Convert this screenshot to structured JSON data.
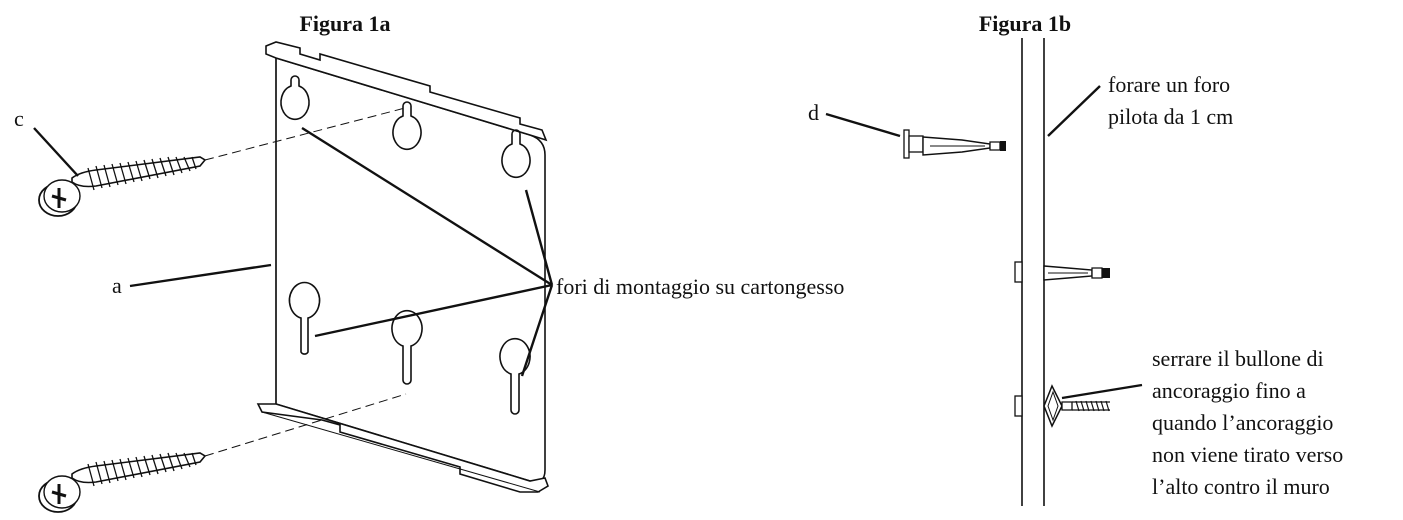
{
  "figure_1a": {
    "title": "Figura 1a",
    "label_a": "a",
    "label_c": "c",
    "holes_label": "fori di montaggio su cartongesso"
  },
  "figure_1b": {
    "title": "Figura 1b",
    "label_d": "d",
    "pilot_line1": "forare un foro",
    "pilot_line2": "pilota da 1 cm",
    "tighten_lines": [
      "serrare il bullone di",
      "ancoraggio fino a",
      "quando  l’ancoraggio",
      "non viene tirato verso",
      "l’alto contro il muro"
    ]
  }
}
